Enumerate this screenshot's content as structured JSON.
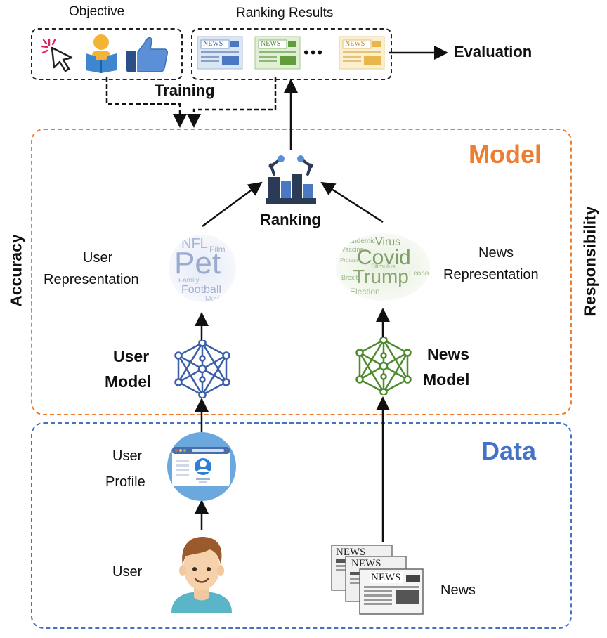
{
  "labels": {
    "objective": "Objective",
    "ranking_results": "Ranking Results",
    "evaluation": "Evaluation",
    "training": "Training",
    "model": "Model",
    "data": "Data",
    "ranking": "Ranking",
    "accuracy": "Accuracy",
    "responsibility": "Responsibility",
    "user_representation_1": "User",
    "user_representation_2": "Representation",
    "news_representation_1": "News",
    "news_representation_2": "Representation",
    "user_model_1": "User",
    "user_model_2": "Model",
    "news_model_1": "News",
    "news_model_2": "Model",
    "user_profile_1": "User",
    "user_profile_2": "Profile",
    "user": "User",
    "news": "News",
    "ellipsis": "•••"
  },
  "thumbs": {
    "news_tag": "NEWS"
  },
  "user_cloud_words": [
    "NFL",
    "Pet",
    "Film",
    "Family",
    "Football",
    "Movie"
  ],
  "news_cloud_words": [
    "Pandemic",
    "Virus",
    "Vaccine",
    "Covid",
    "Trump",
    "Stimulus",
    "Brexit",
    "Election",
    "Economy",
    "Protest"
  ],
  "colors": {
    "model_accent": "#ed7d31",
    "data_accent": "#4472c4",
    "user_net": "#3a5fa8",
    "news_net": "#4e8a2e"
  }
}
